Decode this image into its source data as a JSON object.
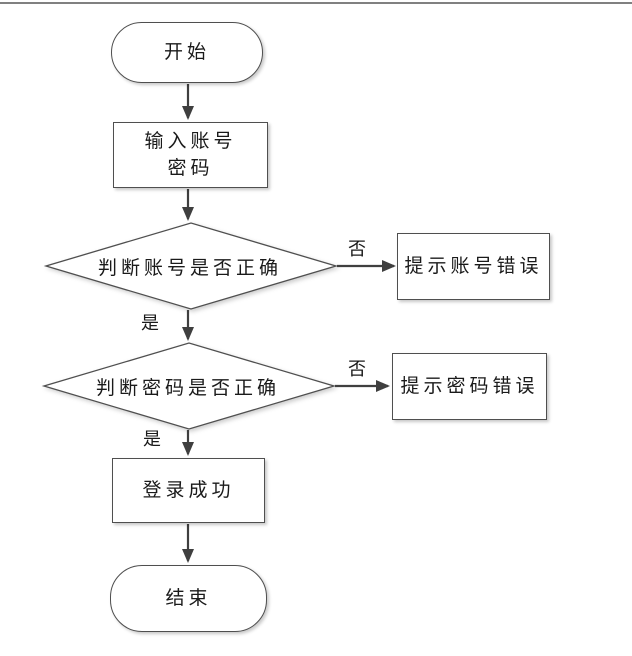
{
  "colors": {
    "top_border_line": "#808080",
    "shape_border": "#4f4f4f",
    "arrow": "#3f3f3f",
    "text": "#1a1a1a",
    "shape_fill": "#ffffff"
  },
  "flowchart": {
    "start": "开始",
    "input": "输入账号\n密码",
    "check_account": "判断账号是否正确",
    "account_error": "提示账号错误",
    "check_password": "判断密码是否正确",
    "password_error": "提示密码错误",
    "login_success": "登录成功",
    "end": "结束",
    "labels": {
      "yes1": "是",
      "no1": "否",
      "yes2": "是",
      "no2": "否"
    }
  }
}
